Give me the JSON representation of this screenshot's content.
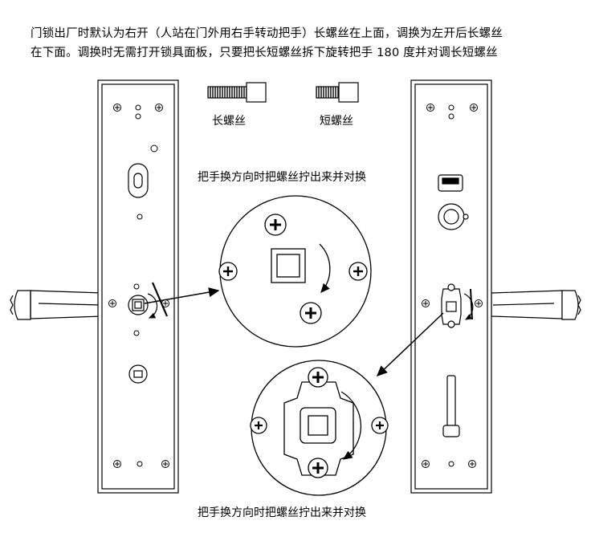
{
  "instructions": {
    "line1": "门锁出厂时默认为右开（人站在门外用右手转动把手）长螺丝在上面，调换为左开后长螺丝",
    "line2": "在下面。调换时无需打开锁具面板，只要把长短螺丝拆下旋转把手 180 度并对调长短螺丝"
  },
  "labels": {
    "long_screw": "长螺丝",
    "short_screw": "短螺丝",
    "caption_top": "把手换方向时把螺丝拧出来并对换",
    "caption_bottom": "把手换方向时把螺丝拧出来并对换"
  }
}
